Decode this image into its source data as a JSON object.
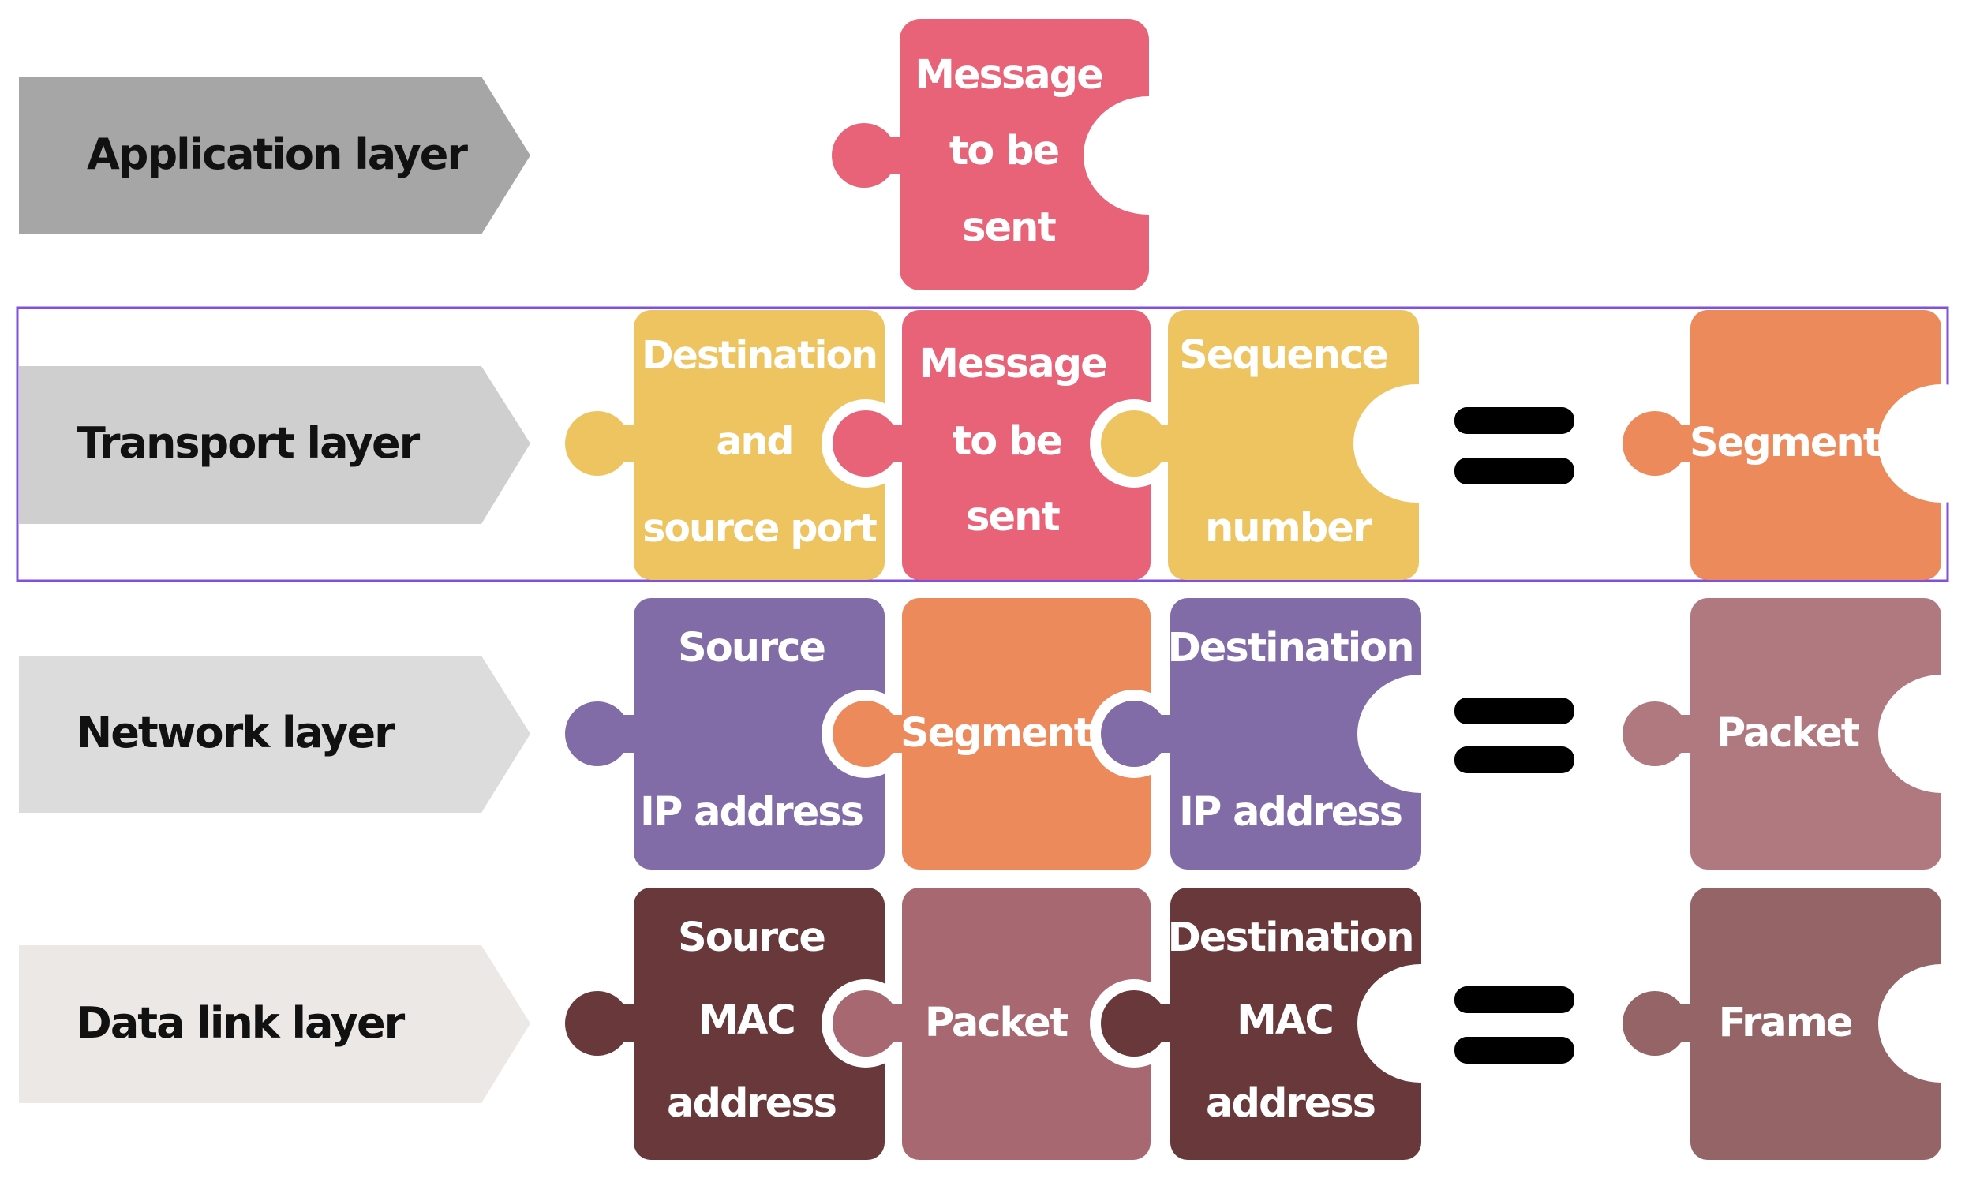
{
  "layers": [
    {
      "label": "Application layer",
      "color": "#a6a6a6"
    },
    {
      "label": "Transport layer",
      "color": "#cfcfcf"
    },
    {
      "label": "Network layer",
      "color": "#dcdcdc"
    },
    {
      "label": "Data link layer",
      "color": "#ebe8e5"
    }
  ],
  "colors": {
    "message": "#e86377",
    "transport_header": "#eec461",
    "segment": "#ec8a5c",
    "network_header": "#816ca8",
    "packet": "#b07980",
    "link_header": "#68383a",
    "packet_in_frame": "#a86872",
    "frame": "#946467",
    "highlight_border": "#8250df",
    "equals": "#000000"
  },
  "application": {
    "message": [
      "Message",
      "to be",
      "sent"
    ]
  },
  "transport": {
    "header": [
      "Destination",
      "and",
      "source port"
    ],
    "message": [
      "Message",
      "to be",
      "sent"
    ],
    "trailer": [
      "Sequence",
      "number"
    ],
    "result": "Segment"
  },
  "network": {
    "source": [
      "Source",
      "IP address"
    ],
    "payload": "Segment",
    "destination": [
      "Destination",
      "IP address"
    ],
    "result": "Packet"
  },
  "datalink": {
    "source": [
      "Source",
      "MAC",
      "address"
    ],
    "payload": "Packet",
    "destination": [
      "Destination",
      "MAC",
      "address"
    ],
    "result": "Frame"
  }
}
